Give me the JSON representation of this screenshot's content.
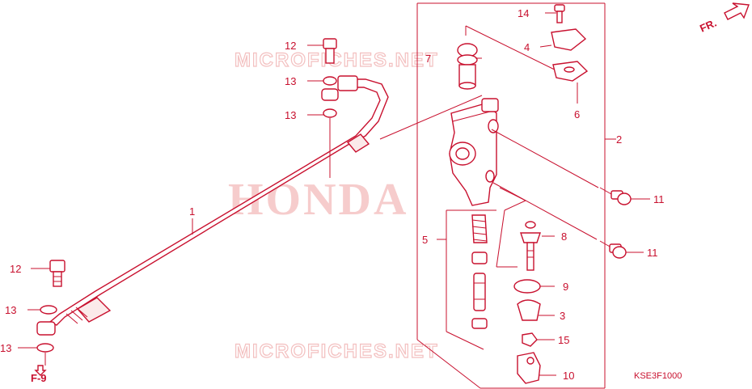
{
  "watermark": {
    "brand": "HONDA",
    "site_top": "MICROFICHES.NET",
    "site_bottom": "MICROFICHES.NET"
  },
  "direction": {
    "label": "FR."
  },
  "reference": {
    "label": "F-9"
  },
  "diagram_code": "KSE3F1000",
  "callouts": {
    "c1": "1",
    "c2": "2",
    "c3": "3",
    "c4": "4",
    "c5": "5",
    "c6": "6",
    "c7": "7",
    "c8": "8",
    "c9": "9",
    "c10": "10",
    "c11a": "11",
    "c11b": "11",
    "c12a": "12",
    "c12b": "12",
    "c13a": "13",
    "c13b": "13",
    "c13c": "13",
    "c13d": "13",
    "c14": "14",
    "c15": "15"
  },
  "colors": {
    "line": "#c8102e",
    "watermark": "#f6cccc"
  }
}
